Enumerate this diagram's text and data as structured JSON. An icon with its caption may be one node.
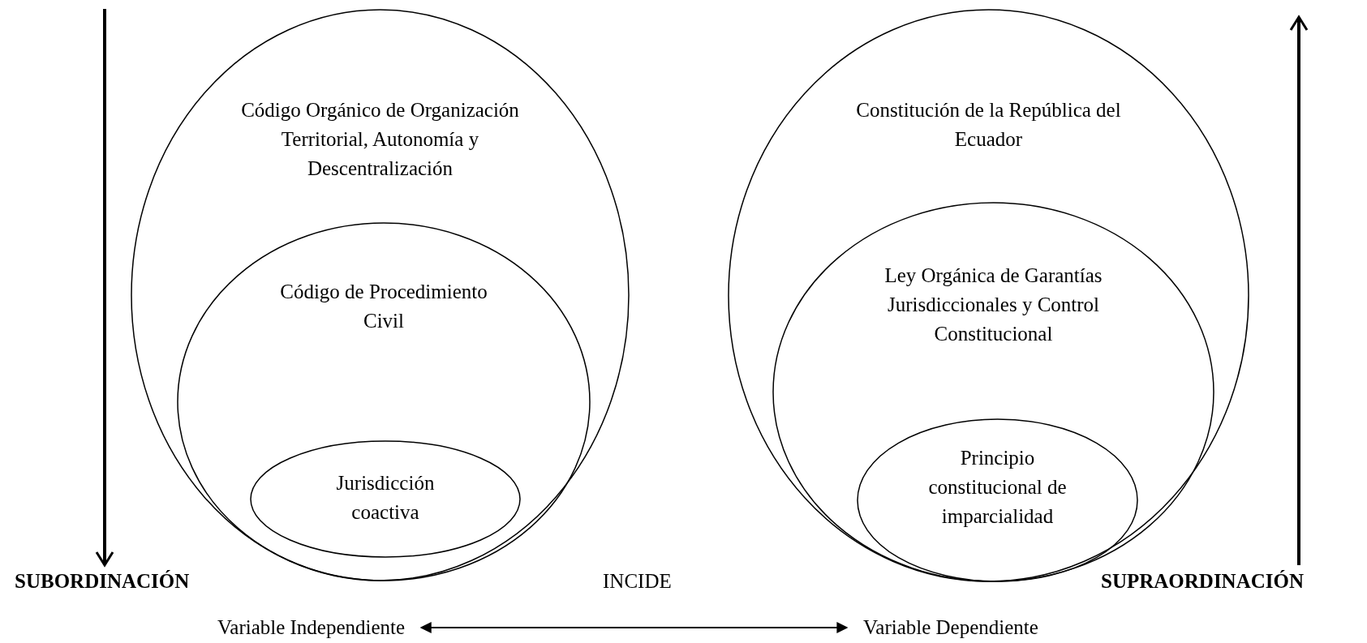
{
  "diagram": {
    "nodes": [
      {
        "text": [
          "Código Orgánico de Organización Territorial, Autonomía y Descentralización"
        ]
      },
      {
        "text": [
          "Código de Procedimiento Civil"
        ],
        "in": 0
      },
      {
        "text": [
          "Jurisdicción coactiva"
        ],
        "in": 1
      },
      {
        "text": [
          "Constitución de la República del Ecuador"
        ]
      },
      {
        "text": [
          "Ley Orgánica de Garantías Jurisdiccionales y Control Constitucional"
        ],
        "in": 3
      },
      {
        "text": [
          "Principio constitucional de imparcialidad"
        ],
        "in": 4
      },
      {
        "text": [
          "Variable Independiente"
        ]
      },
      {
        "text": [
          "Variable Dependiente"
        ]
      }
    ],
    "edges": [
      {
        "from": 6,
        "to": 7,
        "arrow": "both"
      }
    ],
    "labels": [
      "SUBORDINACIÓN",
      "INCIDE",
      "SUPRAORDINACIÓN"
    ]
  }
}
